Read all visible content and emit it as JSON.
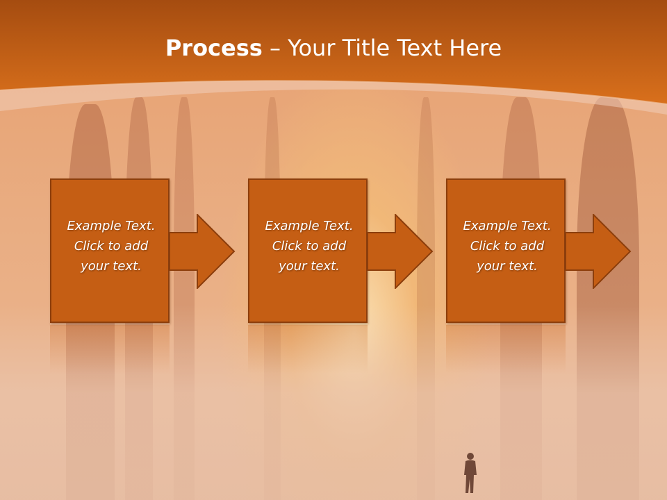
{
  "slide": {
    "title_bold": "Process",
    "title_rest": " – Your Title Text Here"
  },
  "steps": [
    {
      "line1": "Example Text.",
      "line2": "Click  to add",
      "line3": "your text."
    },
    {
      "line1": "Example Text.",
      "line2": "Click  to add",
      "line3": "your text."
    },
    {
      "line1": "Example Text.",
      "line2": "Click  to add",
      "line3": "your text."
    }
  ],
  "colors": {
    "header_orange": "#d4691a",
    "box_fill": "#c55e14",
    "box_border": "#8c3e0c"
  },
  "icons": {
    "arrow": "right-arrow-icon",
    "figure": "walking-person-silhouette"
  }
}
